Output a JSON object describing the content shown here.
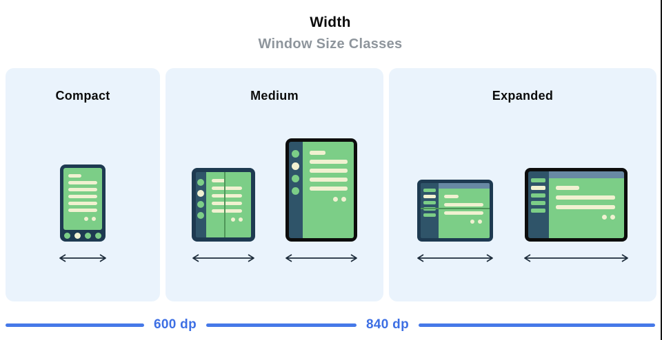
{
  "header": {
    "title": "Width",
    "subtitle": "Window Size Classes"
  },
  "panels": [
    {
      "id": "compact",
      "label": "Compact",
      "devices": [
        "phone"
      ]
    },
    {
      "id": "medium",
      "label": "Medium",
      "devices": [
        "foldable-open",
        "tablet-portrait"
      ]
    },
    {
      "id": "expanded",
      "label": "Expanded",
      "devices": [
        "tablet-landscape-foldable",
        "tablet-landscape-large"
      ]
    }
  ],
  "ruler": {
    "labels": [
      "600 dp",
      "840 dp"
    ]
  },
  "icons": {
    "width_arrow": "↔"
  },
  "colors": {
    "panel_bg": "#EAF3FC",
    "frame_navy": "#1E3A51",
    "frame_black": "#0D0D0D",
    "rail_navy": "#2F5469",
    "screen_green": "#7CCE87",
    "fold_line": "#4F9659",
    "content_cream": "#F1F1D1",
    "topbar_slate": "#6889A4",
    "arrow": "#1C2B3A",
    "ruler_blue": "#4679E8",
    "ruler_label_blue": "#3D6FE4",
    "subtitle_gray": "#8E959C",
    "heading_black": "#0B0B0B"
  }
}
